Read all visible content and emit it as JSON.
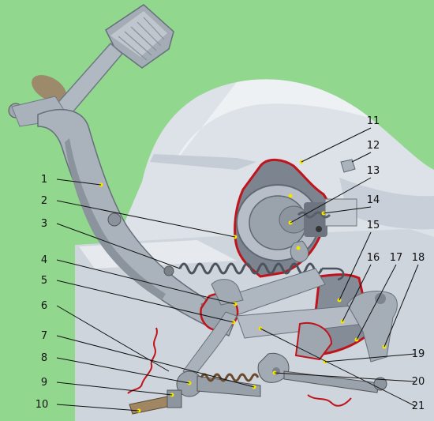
{
  "diagram": {
    "callouts": [
      {
        "id": 1,
        "label": "1"
      },
      {
        "id": 2,
        "label": "2"
      },
      {
        "id": 3,
        "label": "3"
      },
      {
        "id": 4,
        "label": "4"
      },
      {
        "id": 5,
        "label": "5"
      },
      {
        "id": 6,
        "label": "6"
      },
      {
        "id": 7,
        "label": "7"
      },
      {
        "id": 8,
        "label": "8"
      },
      {
        "id": 9,
        "label": "9"
      },
      {
        "id": 10,
        "label": "10"
      },
      {
        "id": 11,
        "label": "11"
      },
      {
        "id": 12,
        "label": "12"
      },
      {
        "id": 13,
        "label": "13"
      },
      {
        "id": 14,
        "label": "14"
      },
      {
        "id": 15,
        "label": "15"
      },
      {
        "id": 16,
        "label": "16"
      },
      {
        "id": 17,
        "label": "17"
      },
      {
        "id": 18,
        "label": "18"
      },
      {
        "id": 19,
        "label": "19"
      },
      {
        "id": 20,
        "label": "20"
      },
      {
        "id": 21,
        "label": "21"
      }
    ]
  },
  "colors": {
    "background": "#92d78e",
    "housing": "#dde2e8",
    "housing_shade": "#b9c1cb",
    "metal": "#a9b1bb",
    "metal_dark": "#6f7884",
    "cutaway_edge": "#c0141c",
    "marker_dot": "#f2e600",
    "leader_line": "#111111"
  }
}
